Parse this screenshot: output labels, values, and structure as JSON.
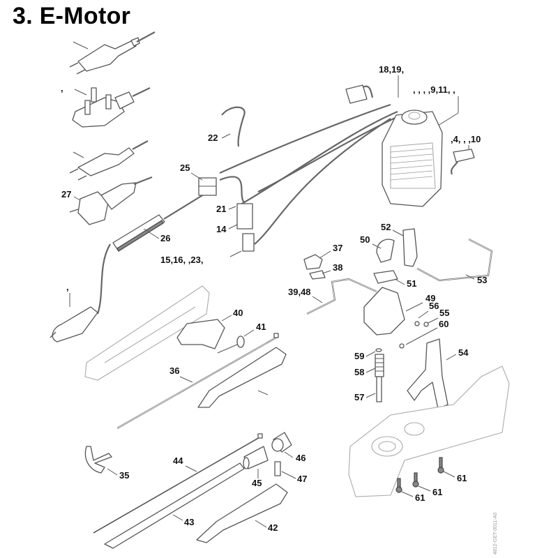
{
  "title": "3. E-Motor",
  "drawing_code": "4812-GET-0011-A0",
  "callouts": {
    "c_18_19": "18,19,",
    "c_9_11": ", , , ,9,11, ,",
    "c_4_10": ",4, , ,10",
    "c_22": "22",
    "c_25": "25",
    "c_27": "27",
    "c_26": "26",
    "c_21": "21",
    "c_14": "14",
    "c_15_23": "15,16, ,23,",
    "c_plug_uk": ",",
    "c_plug_au": ",",
    "c_37": "37",
    "c_38": "38",
    "c_39_48": "39,48",
    "c_50": "50",
    "c_52": "52",
    "c_51": "51",
    "c_53": "53",
    "c_49": "49",
    "c_56": "56",
    "c_55": "55",
    "c_60": "60",
    "c_59": "59",
    "c_58": "58",
    "c_57": "57",
    "c_54": "54",
    "c_40": "40",
    "c_41": "41",
    "c_36": "36",
    "c_35": "35",
    "c_44": "44",
    "c_46": "46",
    "c_45": "45",
    "c_47": "47",
    "c_43": "43",
    "c_42": "42",
    "c_61a": "61",
    "c_61b": "61",
    "c_61c": "61"
  }
}
